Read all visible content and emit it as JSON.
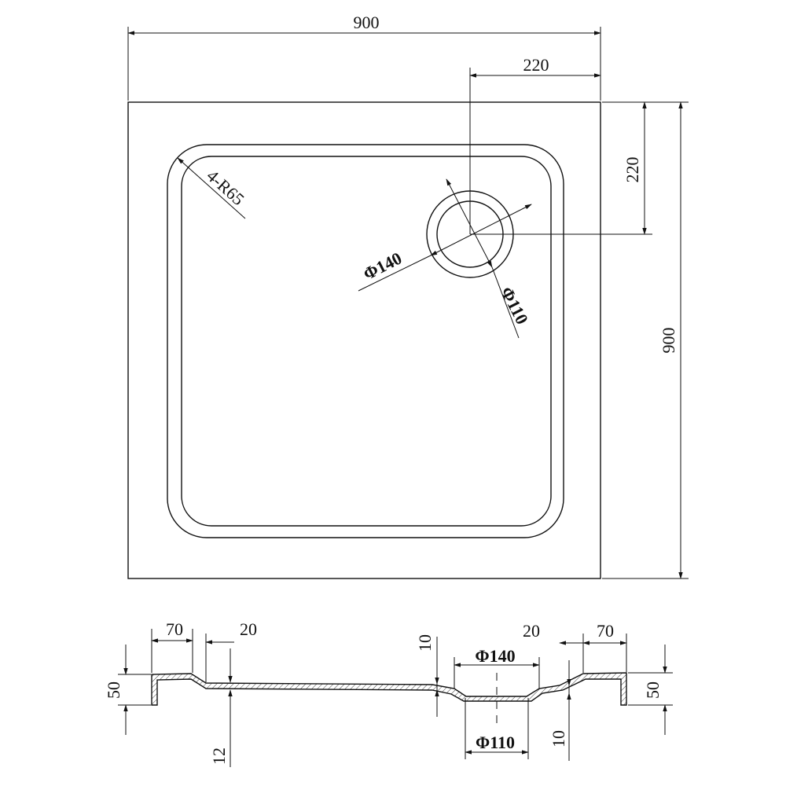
{
  "plan": {
    "overall_width": "900",
    "overall_depth": "900",
    "drain_offset_x": "220",
    "drain_offset_y": "220",
    "corner_radius": "4-R65",
    "outer_ring_diameter": "Φ140",
    "inner_ring_diameter": "Φ110"
  },
  "section": {
    "rim_left": "70",
    "slope_left": "20",
    "rim_right": "70",
    "slope_right": "20",
    "height_left": "50",
    "height_right": "50",
    "base_thickness": "12",
    "drop_top": "10",
    "drop_bottom": "10",
    "outlet_outer": "Φ140",
    "outlet_inner": "Φ110"
  }
}
